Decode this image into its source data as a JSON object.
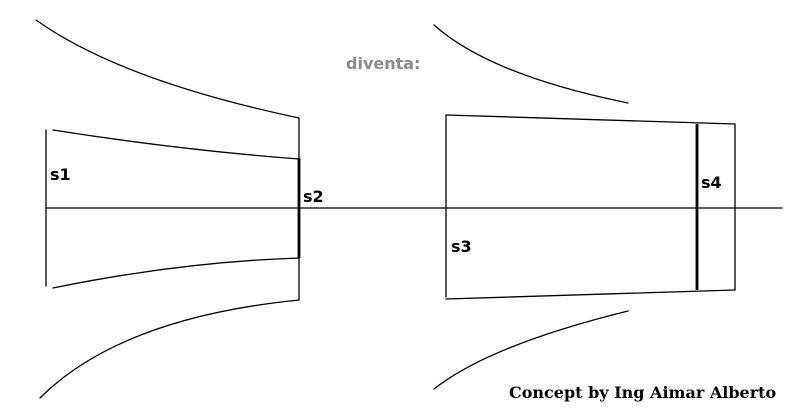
{
  "diagram": {
    "caption": "diventa:",
    "labels": {
      "s1": "s1",
      "s2": "s2",
      "s3": "s3",
      "s4": "s4"
    },
    "credit": "Concept by Ing Aimar Alberto"
  }
}
